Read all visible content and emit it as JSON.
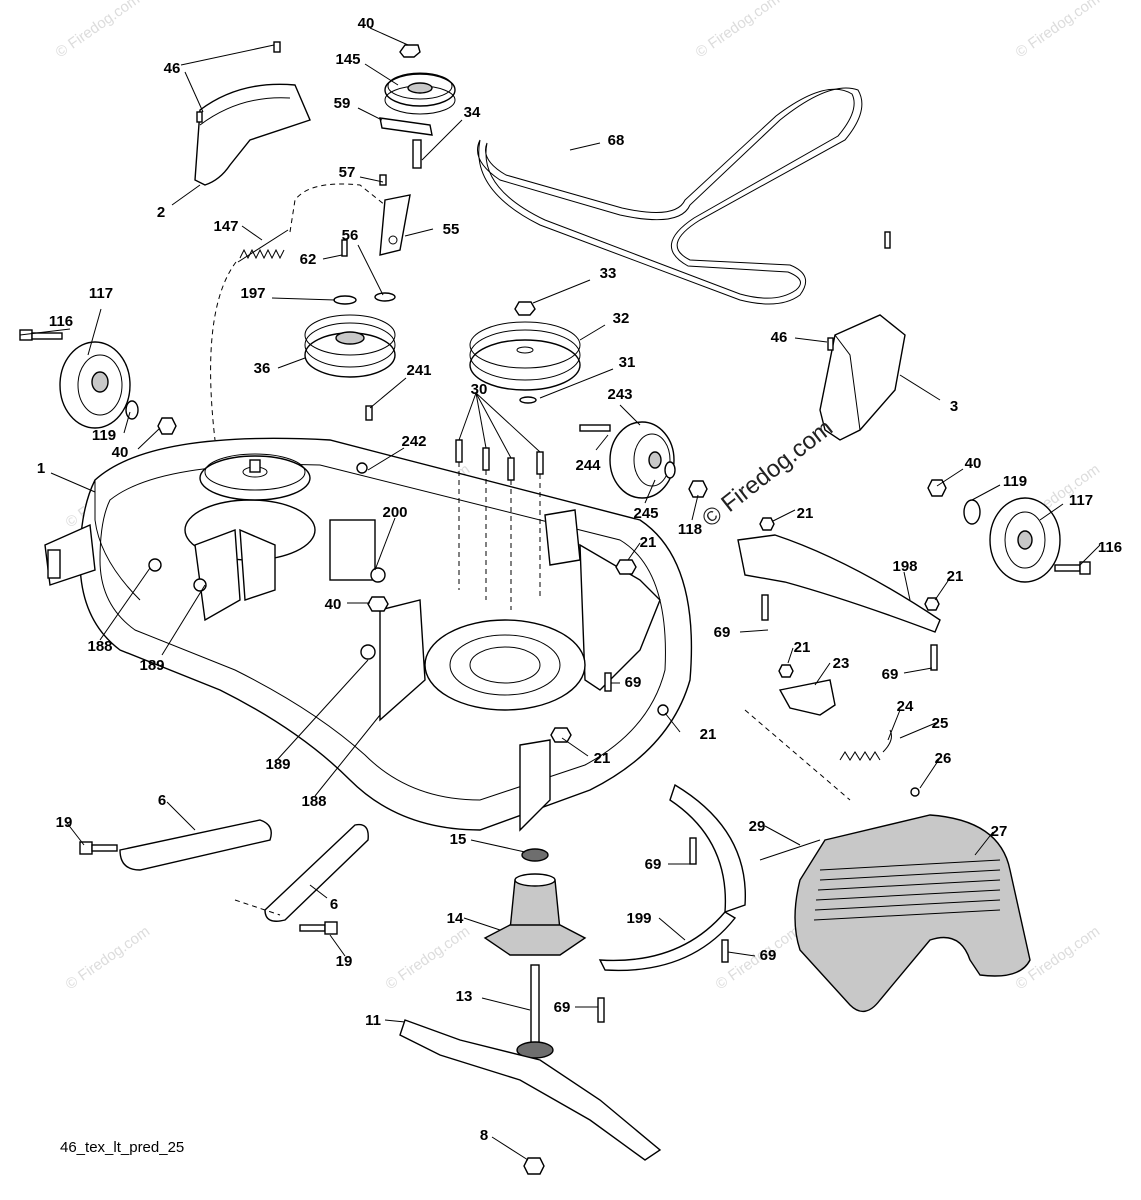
{
  "diagram": {
    "code_label": "46_tex_lt_pred_25",
    "watermark_text": "© Firedog.com",
    "callouts": {
      "c40a": "40",
      "c145": "145",
      "c46a": "46",
      "c59": "59",
      "c34": "34",
      "c68": "68",
      "c57": "57",
      "c2": "2",
      "c147": "147",
      "c55": "55",
      "c56": "56",
      "c62": "62",
      "c197": "197",
      "c33": "33",
      "c117a": "117",
      "c116a": "116",
      "c32": "32",
      "c46b": "46",
      "c36": "36",
      "c31": "31",
      "c3": "3",
      "c241": "241",
      "c243": "243",
      "c30": "30",
      "c119a": "119",
      "c40b": "40",
      "c242": "242",
      "c244": "244",
      "c1": "1",
      "c40c": "40",
      "c119b": "119",
      "c117b": "117",
      "c200": "200",
      "c245": "245",
      "c118": "118",
      "c21a": "21",
      "c116b": "116",
      "c21b": "21",
      "c198": "198",
      "c21c": "21",
      "c40d": "40",
      "c188a": "188",
      "c189a": "189",
      "c69a": "69",
      "c21d": "21",
      "c23": "23",
      "c69b": "69",
      "c69c": "69",
      "c24": "24",
      "c25": "25",
      "c21e": "21",
      "c189b": "189",
      "c21f": "21",
      "c26": "26",
      "c188b": "188",
      "c6a": "6",
      "c19a": "19",
      "c29": "29",
      "c27": "27",
      "c15": "15",
      "c69d": "69",
      "c6b": "6",
      "c14": "14",
      "c199": "199",
      "c19b": "19",
      "c69e": "69",
      "c13": "13",
      "c69f": "69",
      "c11": "11",
      "c8": "8"
    }
  }
}
